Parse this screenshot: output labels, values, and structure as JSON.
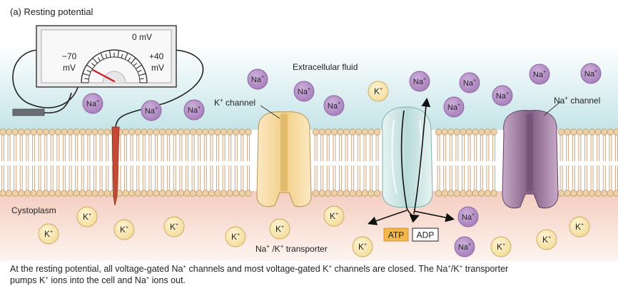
{
  "panel_title": "(a) Resting potential",
  "meter": {
    "zero_label": "0 mV",
    "minus_label_line1": "−70",
    "minus_label_line2": "mV",
    "plus_label_line1": "+40",
    "plus_label_line2": "mV"
  },
  "regions": {
    "extracellular": "Extracellular fluid",
    "cytoplasm": "Cystoplasm"
  },
  "labels": {
    "k_channel": {
      "main": "K",
      "sup": "+",
      "rest": " channel"
    },
    "na_channel": {
      "main": "Na",
      "sup": "+",
      "rest": " channel"
    },
    "transporter": {
      "a": "Na",
      "a_sup": "+",
      "b": " /K",
      "b_sup": "+",
      "rest": " transporter"
    },
    "atp": "ATP",
    "adp": "ADP"
  },
  "ions": {
    "na": {
      "main": "Na",
      "sup": "+"
    },
    "k": {
      "main": "K",
      "sup": "+"
    }
  },
  "caption": {
    "line1": [
      {
        "t": "At the resting potential, all voltage-gated Na"
      },
      {
        "t": "+",
        "sup": true
      },
      {
        "t": " channels and most voltage-gated K"
      },
      {
        "t": "+",
        "sup": true
      },
      {
        "t": " channels are closed. The Na"
      },
      {
        "t": "+",
        "sup": true
      },
      {
        "t": "/K"
      },
      {
        "t": "+",
        "sup": true
      },
      {
        "t": " transporter"
      }
    ],
    "line2": [
      {
        "t": "pumps K"
      },
      {
        "t": "+",
        "sup": true
      },
      {
        "t": " ions into the cell and Na"
      },
      {
        "t": "+",
        "sup": true
      },
      {
        "t": " ions out."
      }
    ]
  },
  "colors": {
    "extracellular_top": "#ffffff",
    "extracellular_bottom": "#c9e6ea",
    "cytoplasm_top": "#f7d2c6",
    "cytoplasm_bottom": "#fdf3ef",
    "lipid_head": "#e8c9a0",
    "lipid_tail": "#d9b48f",
    "na_ion": "#b48cc6",
    "k_ion": "#f7e2a6",
    "k_channel": "#f4d69b",
    "na_channel": "#9b7a9d",
    "transporter": "#cfe7e6",
    "atp_fill": "#f5b94c",
    "electrode": "#c84c3a",
    "needle": "#c8202a"
  }
}
